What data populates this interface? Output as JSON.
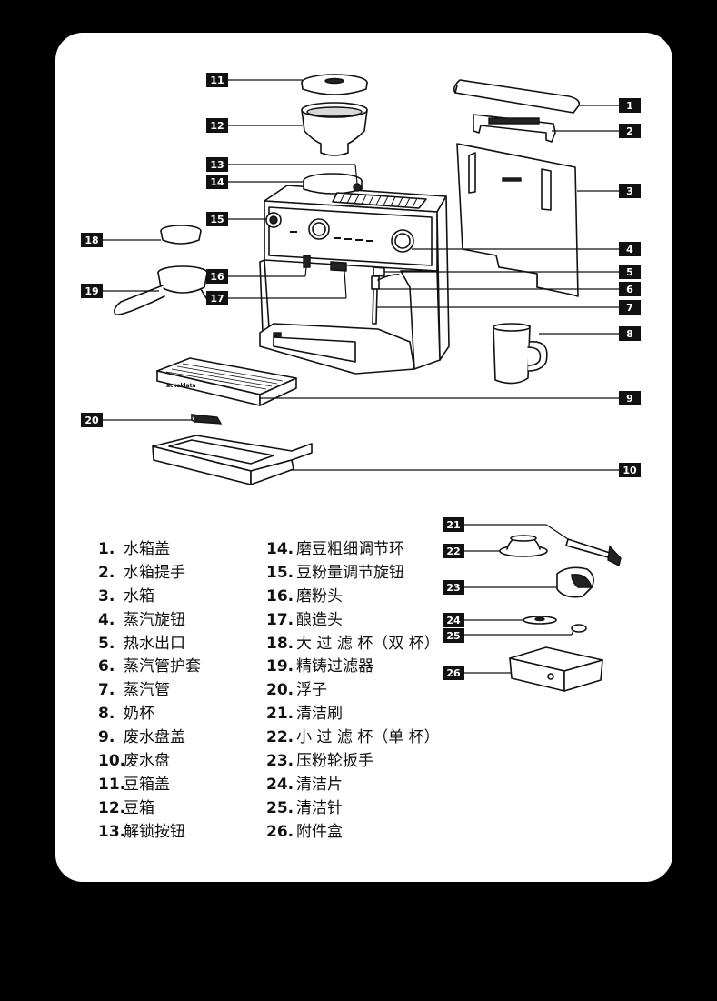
{
  "callouts": {
    "c1": "1",
    "c2": "2",
    "c3": "3",
    "c4": "4",
    "c5": "5",
    "c6": "6",
    "c7": "7",
    "c8": "8",
    "c9": "9",
    "c10": "10",
    "c11": "11",
    "c12": "12",
    "c13": "13",
    "c14": "14",
    "c15": "15",
    "c16": "16",
    "c17": "17",
    "c18": "18",
    "c19": "19",
    "c20": "20",
    "c21": "21",
    "c22": "22",
    "c23": "23",
    "c24": "24",
    "c25": "25",
    "c26": "26"
  },
  "machine_brand": "ackeklata",
  "legend": [
    {
      "num": "1.",
      "text": "水箱盖"
    },
    {
      "num": "2.",
      "text": "水箱提手"
    },
    {
      "num": "3.",
      "text": "水箱"
    },
    {
      "num": "4.",
      "text": "蒸汽旋钮"
    },
    {
      "num": "5.",
      "text": "热水出口"
    },
    {
      "num": "6.",
      "text": "蒸汽管护套"
    },
    {
      "num": "7.",
      "text": "蒸汽管"
    },
    {
      "num": "8.",
      "text": "奶杯"
    },
    {
      "num": "9.",
      "text": "废水盘盖"
    },
    {
      "num": "10.",
      "text": "废水盘"
    },
    {
      "num": "11.",
      "text": "豆箱盖"
    },
    {
      "num": "12.",
      "text": "豆箱"
    },
    {
      "num": "13.",
      "text": "解锁按钮"
    },
    {
      "num": "14.",
      "text": "磨豆粗细调节环"
    },
    {
      "num": "15.",
      "text": "豆粉量调节旋钮"
    },
    {
      "num": "16.",
      "text": "磨粉头"
    },
    {
      "num": "17.",
      "text": "酿造头"
    },
    {
      "num": "18.",
      "text": "大 过 滤 杯（双 杯）"
    },
    {
      "num": "19.",
      "text": "精铸过滤器"
    },
    {
      "num": "20.",
      "text": "浮子"
    },
    {
      "num": "21.",
      "text": "清洁刷"
    },
    {
      "num": "22.",
      "text": "小 过 滤 杯（单 杯）"
    },
    {
      "num": "23.",
      "text": "压粉轮扳手"
    },
    {
      "num": "24.",
      "text": "清洁片"
    },
    {
      "num": "25.",
      "text": "清洁针"
    },
    {
      "num": "26.",
      "text": "附件盒"
    }
  ]
}
